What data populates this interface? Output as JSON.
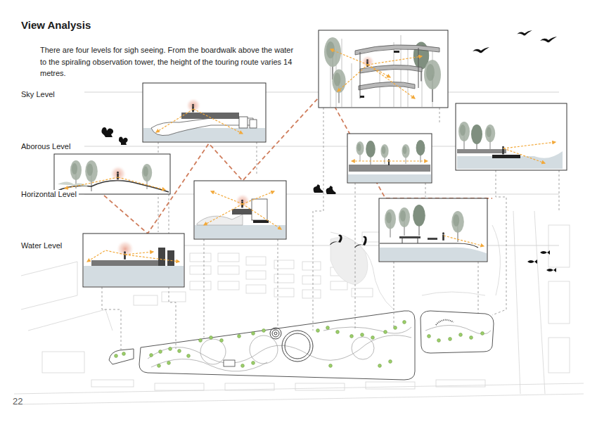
{
  "diagram": {
    "title": "View Analysis",
    "labels": [
      "There are four levels for sigh seeing. From the boardwalk above the water to the spiraling observation tower, the height of the touring route varies 14 metres.",
      "Sky Level",
      "Aborous Level",
      "Horizontal Level",
      "Water Level",
      "22"
    ]
  }
}
